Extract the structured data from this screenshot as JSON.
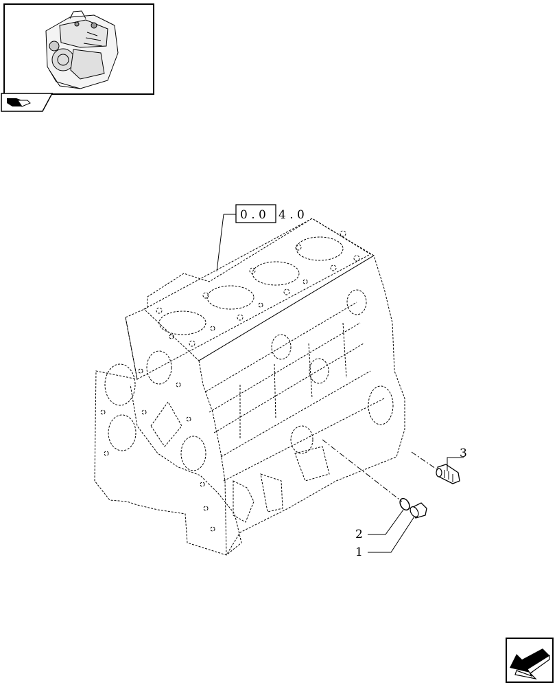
{
  "reference": {
    "boxed": "0 . 0",
    "rest": "4 . 0"
  },
  "callouts": [
    {
      "id": "1",
      "label": "1"
    },
    {
      "id": "2",
      "label": "2"
    },
    {
      "id": "3",
      "label": "3"
    }
  ],
  "icons": {
    "thumbnail": "engine-thumbnail-icon",
    "tab": "book-icon",
    "next": "next-page-arrow-icon"
  }
}
